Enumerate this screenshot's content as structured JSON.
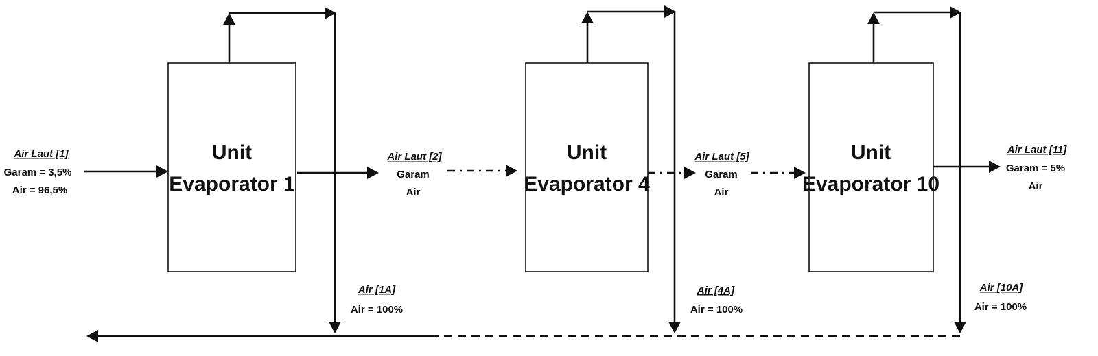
{
  "units": [
    {
      "line1": "Unit",
      "line2": "Evaporator 1"
    },
    {
      "line1": "Unit",
      "line2": "Evaporator 4"
    },
    {
      "line1": "Unit",
      "line2": "Evaporator 10"
    }
  ],
  "streams": {
    "feed": {
      "title": "Air Laut [1]",
      "line1": "Garam = 3,5%",
      "line2": "Air = 96,5%"
    },
    "s2": {
      "title": "Air Laut [2]",
      "line1": "Garam",
      "line2": "Air"
    },
    "s5": {
      "title": "Air Laut [5]",
      "line1": "Garam",
      "line2": "Air"
    },
    "s11": {
      "title": "Air Laut [11]",
      "line1": "Garam = 5%",
      "line2": "Air"
    },
    "w1a": {
      "title": "Air  [1A]",
      "line1": "Air = 100%"
    },
    "w4a": {
      "title": "Air  [4A]",
      "line1": "Air = 100%"
    },
    "w10a": {
      "title": "Air  [10A]",
      "line1": "Air = 100%"
    }
  }
}
